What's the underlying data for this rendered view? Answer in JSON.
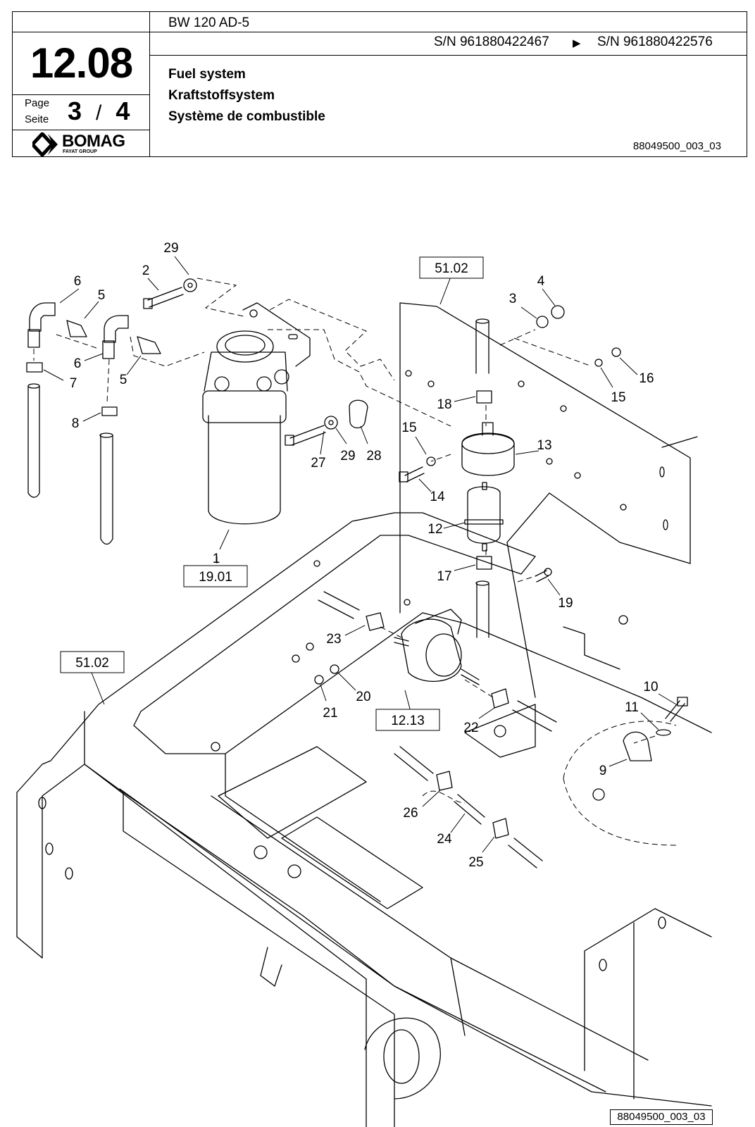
{
  "header": {
    "model": "BW 120 AD-5",
    "section_number": "12.08",
    "page_label_en": "Page",
    "page_label_de": "Seite",
    "page_current": "3",
    "page_separator": "/",
    "page_total": "4",
    "brand": "BOMAG",
    "brand_sub": "FAYAT GROUP",
    "sn_from": "S/N 961880422467",
    "sn_arrow": "▶",
    "sn_to": "S/N 961880422576",
    "title_en": "Fuel system",
    "title_de": "Kraftstoffsystem",
    "title_fr": "Système de combustible",
    "doc_id": "88049500_003_03"
  },
  "diagram": {
    "references": [
      "51.02",
      "19.01",
      "51.02",
      "12.13"
    ],
    "callouts": [
      "29",
      "2",
      "6",
      "5",
      "6",
      "7",
      "5",
      "8",
      "4",
      "3",
      "16",
      "15",
      "18",
      "15",
      "13",
      "27",
      "29",
      "28",
      "14",
      "12",
      "17",
      "19",
      "1",
      "23",
      "21",
      "20",
      "22",
      "10",
      "11",
      "9",
      "26",
      "24",
      "25"
    ],
    "drawing_id": "88049500_003_03"
  }
}
